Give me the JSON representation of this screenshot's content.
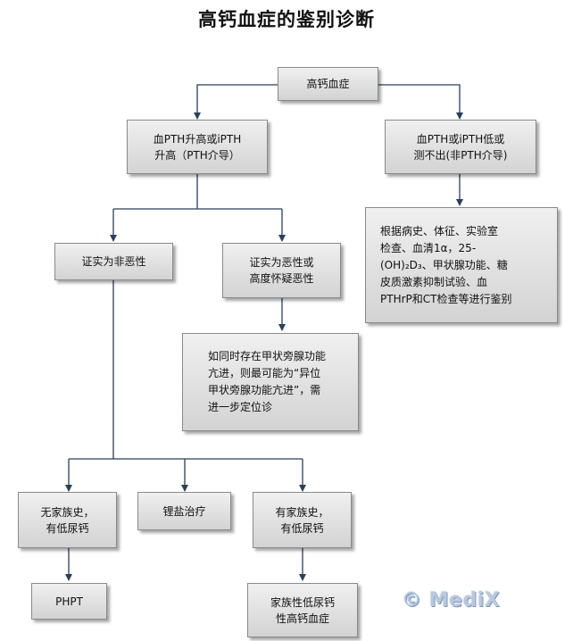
{
  "title": "高钙血症的鉴别诊断",
  "nodes": {
    "root": "高钙血症",
    "pth_high": "血PTH升高或iPTH\n升高（PTH介导）",
    "pth_low": "血PTH或iPTH低或\n测不出(非PTH介导)",
    "non_pth_eval": "根据病史、体征、实验室\n检查、血清1α，25-\n(OH)₂D₃、甲状腺功能、糖\n皮质激素抑制试验、血\nPTHrP和CT检查等进行鉴别",
    "benign": "证实为非恶性",
    "malignant": "证实为恶性或\n高度怀疑恶性",
    "ectopic": "如同时存在甲状旁腺功能\n亢进，则最可能为“异位\n甲状旁腺功能亢进”，需\n进一步定位诊",
    "no_family": "无家族史，\n有低尿钙",
    "lithium": "锂盐治疗",
    "family": "有家族史，\n有低尿钙",
    "phpt": "PHPT",
    "fhh": "家族性低尿钙\n性高钙血症"
  },
  "watermark": "© MediX"
}
